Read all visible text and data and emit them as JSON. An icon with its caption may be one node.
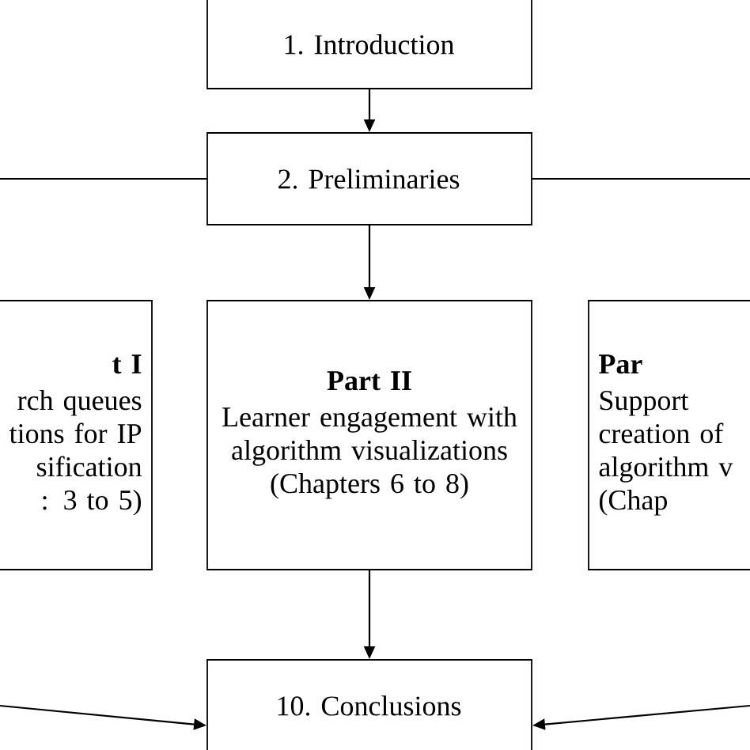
{
  "diagram": {
    "nodes": [
      {
        "text": [
          "1. Introduction"
        ]
      },
      {
        "text": [
          "2. Preliminaries"
        ]
      },
      {
        "text": [
          "t I",
          "rch queues tions for IP sification : 3 to 5)"
        ]
      },
      {
        "text": [
          "Part II",
          "Learner engagement with algorithm visualizations (Chapters 6 to 8)"
        ]
      },
      {
        "text": [
          "Par",
          "Support creation of algorithm v (Chap"
        ]
      },
      {
        "text": [
          "10. Conclusions"
        ]
      }
    ],
    "edges": [
      {
        "from": 0,
        "to": 1,
        "arrow": "to"
      },
      {
        "from": 1,
        "to": null,
        "arrow": "none"
      },
      {
        "from": 1,
        "to": null,
        "arrow": "none"
      },
      {
        "from": 1,
        "to": 3,
        "arrow": "to"
      },
      {
        "from": 3,
        "to": 5,
        "arrow": "to"
      },
      {
        "from": null,
        "to": 5,
        "arrow": "to"
      },
      {
        "from": null,
        "to": 5,
        "arrow": "to"
      }
    ]
  }
}
